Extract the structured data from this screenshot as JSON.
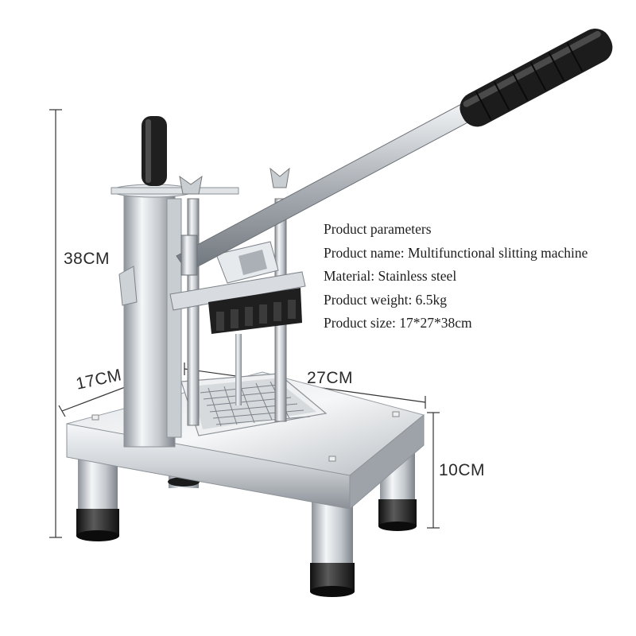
{
  "dimensions": {
    "height": "38CM",
    "depth": "17CM",
    "width": "27CM",
    "leg_height": "10CM"
  },
  "parameters": {
    "heading": "Product parameters",
    "name": "Product name: Multifunctional slitting machine",
    "material": "Material: Stainless steel",
    "weight": "Product weight: 6.5kg",
    "size": "Product size: 17*27*38cm"
  },
  "colors": {
    "steel_light": "#e9ecef",
    "steel_mid": "#b7bcc2",
    "steel_dark": "#6e747b",
    "grip_black": "#1c1c1c",
    "dimension_line": "#333333"
  }
}
